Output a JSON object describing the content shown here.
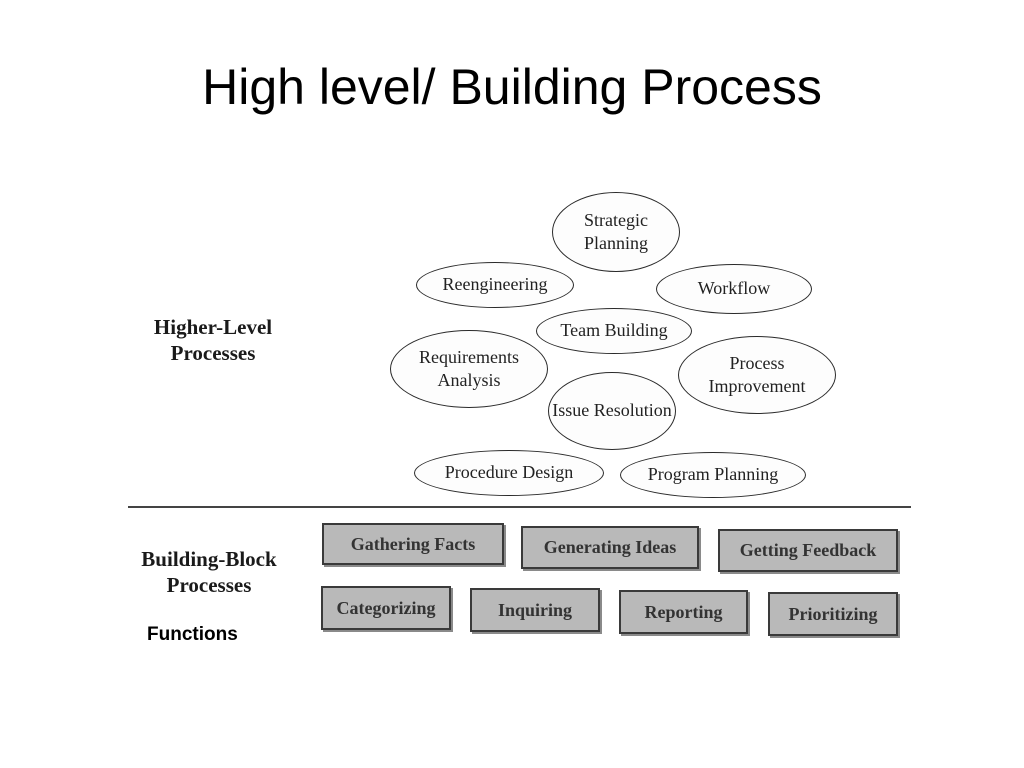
{
  "title": "High level/ Building Process",
  "higher_level": {
    "label": "Higher-Level Processes",
    "ovals": [
      {
        "id": "strategic-planning",
        "text": "Strategic Planning"
      },
      {
        "id": "reengineering",
        "text": "Reengineering"
      },
      {
        "id": "workflow",
        "text": "Workflow"
      },
      {
        "id": "team-building",
        "text": "Team Building"
      },
      {
        "id": "requirements-analysis",
        "text": "Requirements Analysis"
      },
      {
        "id": "process-improvement",
        "text": "Process Improvement"
      },
      {
        "id": "issue-resolution",
        "text": "Issue Resolution"
      },
      {
        "id": "procedure-design",
        "text": "Procedure Design"
      },
      {
        "id": "program-planning",
        "text": "Program Planning"
      }
    ]
  },
  "building_block": {
    "label": "Building-Block Processes",
    "functions_label": "Functions",
    "blocks": [
      {
        "id": "gathering-facts",
        "text": "Gathering Facts"
      },
      {
        "id": "generating-ideas",
        "text": "Generating Ideas"
      },
      {
        "id": "getting-feedback",
        "text": "Getting Feedback"
      },
      {
        "id": "categorizing",
        "text": "Categorizing"
      },
      {
        "id": "inquiring",
        "text": "Inquiring"
      },
      {
        "id": "reporting",
        "text": "Reporting"
      },
      {
        "id": "prioritizing",
        "text": "Prioritizing"
      }
    ]
  }
}
